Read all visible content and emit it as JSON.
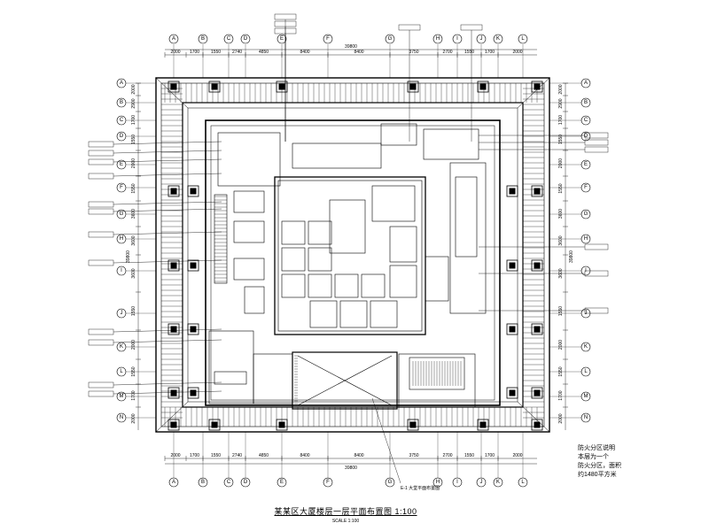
{
  "drawing": {
    "title": "某某区大厦楼层一层平面布置图 1:100",
    "subtitle": "SCALE  1:100"
  },
  "grid": {
    "top_labels": [
      "A",
      "B",
      "C",
      "D",
      "E",
      "F",
      "G",
      "H",
      "I",
      "J",
      "K",
      "L"
    ],
    "left_labels": [
      "A",
      "B",
      "C",
      "D",
      "E",
      "F",
      "G",
      "H",
      "I",
      "J",
      "K",
      "L",
      "M",
      "N"
    ],
    "top_dims": [
      "2000",
      "1700",
      "1550",
      "2740",
      "4850",
      "8400",
      "8400",
      "3750",
      "2700",
      "1550",
      "1700",
      "2000"
    ],
    "top_total": "39800",
    "bottom_dims": [
      "2000",
      "1700",
      "1550",
      "2740",
      "4850",
      "8400",
      "8400",
      "3750",
      "2700",
      "1550",
      "1700",
      "2000"
    ],
    "bottom_total": "39800",
    "left_dims": [
      "2000",
      "2900",
      "1700",
      "1550",
      "2000",
      "1550",
      "3600",
      "3600",
      "3600",
      "1550",
      "2000",
      "1550",
      "1700",
      "2000"
    ],
    "right_dims": [
      "2000",
      "2900",
      "1700",
      "1550",
      "2000",
      "1550",
      "3600",
      "3600",
      "3600",
      "1550",
      "2000",
      "1550",
      "1700",
      "2000"
    ],
    "left_total": "39800",
    "right_total": "39800"
  },
  "notes": {
    "lines": [
      "防火分区说明",
      "本层为一个",
      "防火分区，面积",
      "约1480平方米"
    ]
  },
  "tags": {
    "bottom_label": "E-1 大堂平面布置图"
  }
}
